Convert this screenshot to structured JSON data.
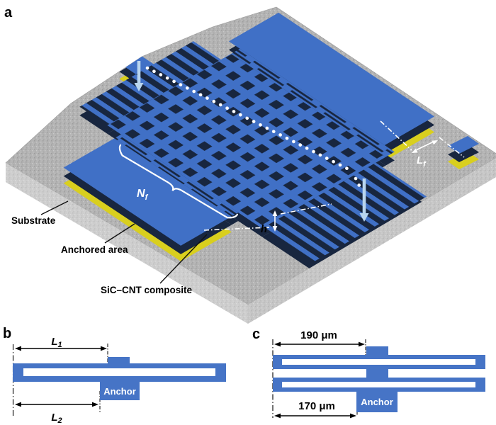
{
  "figure": {
    "panel_a": {
      "tag": "a",
      "labels": {
        "substrate": "Substrate",
        "anchored_area": "Anchored area",
        "composite": "SiC–CNT composite"
      },
      "symbols": {
        "nf": {
          "base": "N",
          "sub": "f"
        },
        "lf": {
          "base": "L",
          "sub": "f"
        },
        "h": "h"
      }
    },
    "panel_b": {
      "tag": "b",
      "dims": {
        "l1": {
          "base": "L",
          "sub": "1"
        },
        "l2": {
          "base": "L",
          "sub": "2"
        }
      },
      "anchor": "Anchor"
    },
    "panel_c": {
      "tag": "c",
      "dims": {
        "top": "190 μm",
        "bottom": "170 μm"
      },
      "anchor": "Anchor"
    },
    "colors": {
      "device_blue": "#4674C6",
      "iso_top_blue": "#4070C6",
      "side_navy": "#18263F",
      "anchor_yellow": "#D9CF1E",
      "substrate_gray": "#B3B3B3",
      "guide_arrow_blue": "#B9D5EE"
    }
  }
}
